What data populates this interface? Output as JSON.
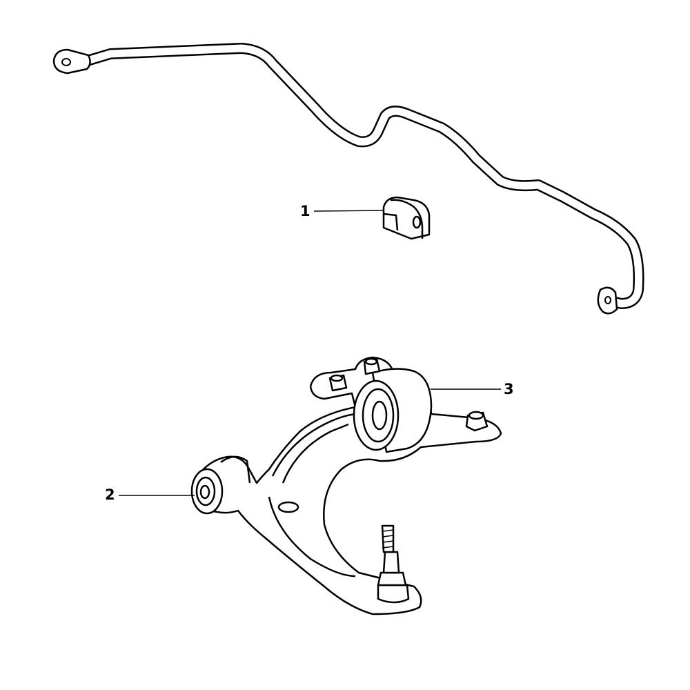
{
  "callouts": [
    {
      "number": "1",
      "part": "stabilizer-bar-bushing"
    },
    {
      "number": "2",
      "part": "front-control-arm-bushing"
    },
    {
      "number": "3",
      "part": "rear-control-arm-bushing"
    }
  ]
}
